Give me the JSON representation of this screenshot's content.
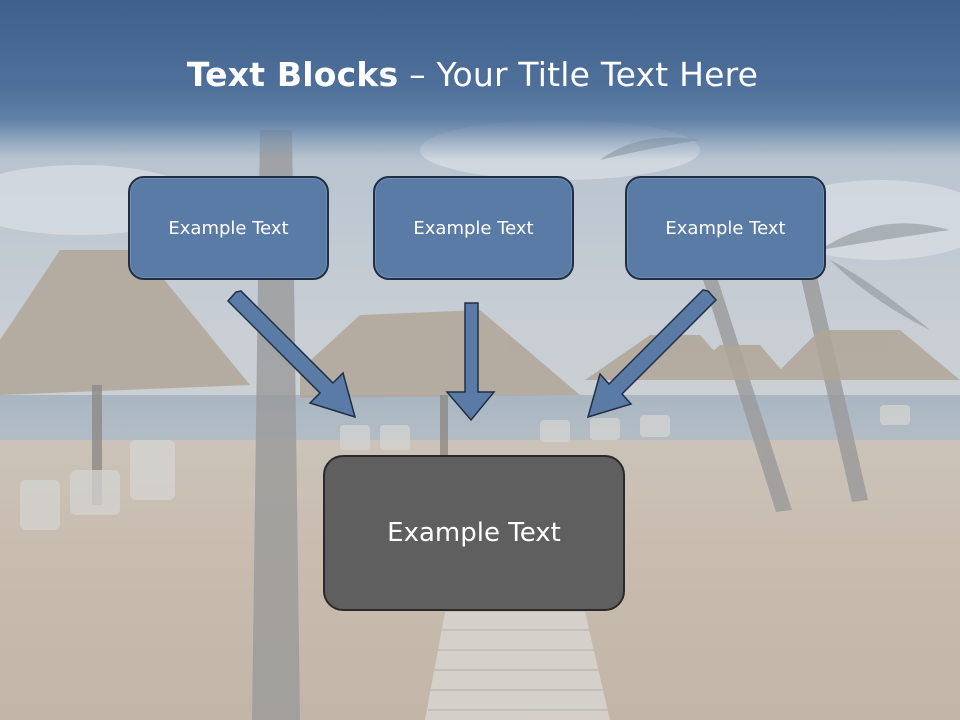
{
  "slide": {
    "title_strong": "Text Blocks",
    "title_rest": " – Your Title Text Here",
    "blocks": [
      {
        "label": "Example Text"
      },
      {
        "label": "Example Text"
      },
      {
        "label": "Example Text"
      }
    ],
    "main_block": {
      "label": "Example Text"
    }
  },
  "colors": {
    "title_band": "#3f608c",
    "block_fill": "#5a7ba6",
    "block_border": "#1f2f45",
    "main_fill": "#5f5f5f",
    "arrow_fill": "#5a7ba6"
  }
}
